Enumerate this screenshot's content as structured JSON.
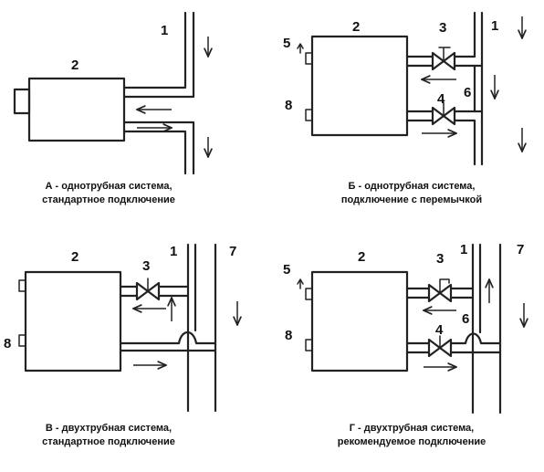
{
  "panels": {
    "a": {
      "caption_line1": "А - однотрубная система,",
      "caption_line2": "стандартное подключение",
      "labels": {
        "riser": "1",
        "radiator": "2"
      }
    },
    "b": {
      "caption_line1": "Б - однотрубная система,",
      "caption_line2": "подключение с перемычкой",
      "labels": {
        "radiator": "2",
        "valve_top": "3",
        "riser": "1",
        "air_vent": "5",
        "bypass": "6",
        "plug": "8",
        "valve_bottom": "4"
      }
    },
    "c": {
      "caption_line1": "В - двухтрубная система,",
      "caption_line2": "стандартное подключение",
      "labels": {
        "radiator": "2",
        "valve": "3",
        "supply_riser": "1",
        "return_riser": "7",
        "plug": "8"
      }
    },
    "d": {
      "caption_line1": "Г - двухтрубная система,",
      "caption_line2": "рекомендуемое подключение",
      "labels": {
        "radiator": "2",
        "valve_top": "3",
        "supply_riser": "1",
        "return_riser": "7",
        "air_vent": "5",
        "bypass": "6",
        "plug": "8",
        "valve_bottom": "4"
      }
    }
  }
}
